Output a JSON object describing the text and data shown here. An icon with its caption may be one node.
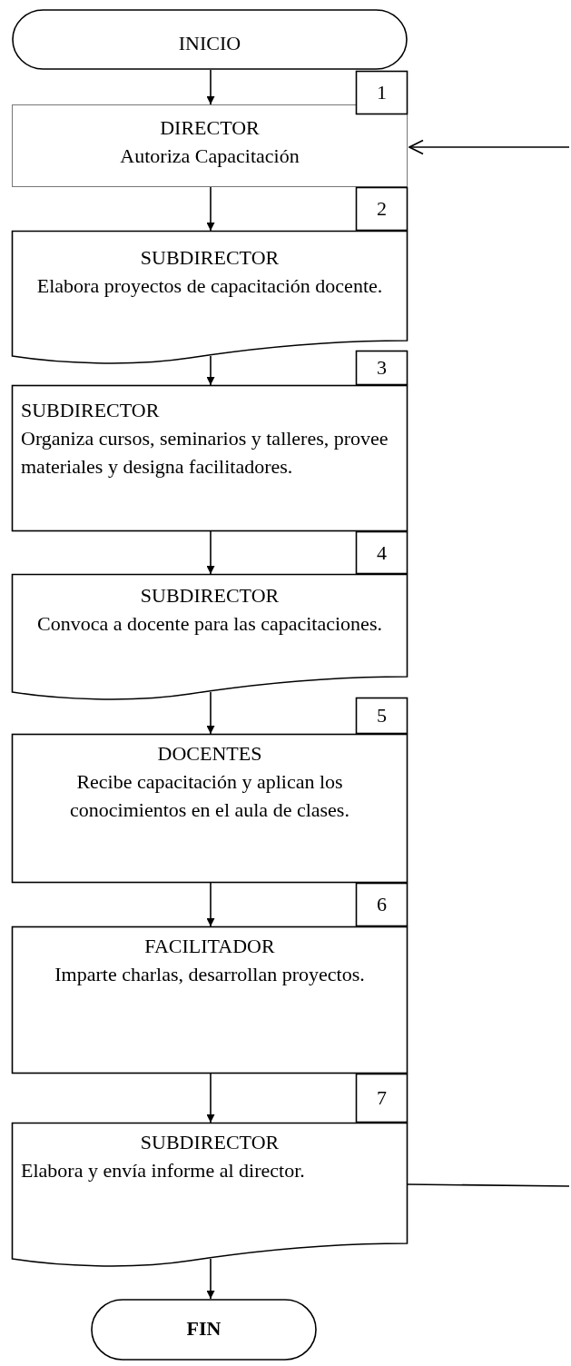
{
  "diagram": {
    "nodes": [
      {
        "text": [
          "INICIO"
        ]
      },
      {
        "text": [
          "1"
        ]
      },
      {
        "text": [
          "DIRECTOR",
          "Autoriza Capacitación"
        ]
      },
      {
        "text": [
          "2"
        ]
      },
      {
        "text": [
          "SUBDIRECTOR",
          "Elabora proyectos de capacitación docente."
        ]
      },
      {
        "text": [
          "3"
        ]
      },
      {
        "text": [
          "SUBDIRECTOR",
          "Organiza cursos, seminarios y talleres, provee materiales y designa facilitadores."
        ]
      },
      {
        "text": [
          "4"
        ]
      },
      {
        "text": [
          "SUBDIRECTOR",
          "Convoca a docente para las capacitaciones."
        ]
      },
      {
        "text": [
          "5"
        ]
      },
      {
        "text": [
          "DOCENTES",
          "Recibe capacitación y aplican los conocimientos en el aula de clases."
        ]
      },
      {
        "text": [
          "6"
        ]
      },
      {
        "text": [
          "FACILITADOR",
          "Imparte charlas, desarrollan proyectos."
        ]
      },
      {
        "text": [
          "7"
        ]
      },
      {
        "text": [
          "SUBDIRECTOR",
          "Elabora y envía informe al director."
        ]
      },
      {
        "text": [
          "FIN"
        ]
      }
    ],
    "edges": [
      {
        "from": 0,
        "to": 2,
        "arrow": "to"
      },
      {
        "from": 2,
        "to": 4,
        "arrow": "to"
      },
      {
        "from": 4,
        "to": 6,
        "arrow": "to"
      },
      {
        "from": 6,
        "to": 8,
        "arrow": "to"
      },
      {
        "from": 8,
        "to": 10,
        "arrow": "to"
      },
      {
        "from": 10,
        "to": 12,
        "arrow": "to"
      },
      {
        "from": 12,
        "to": 14,
        "arrow": "to"
      },
      {
        "from": 14,
        "to": 15,
        "arrow": "to"
      },
      {
        "from": 14,
        "to": null,
        "arrow": "none"
      },
      {
        "from": null,
        "to": 2,
        "arrow": "to"
      }
    ]
  }
}
